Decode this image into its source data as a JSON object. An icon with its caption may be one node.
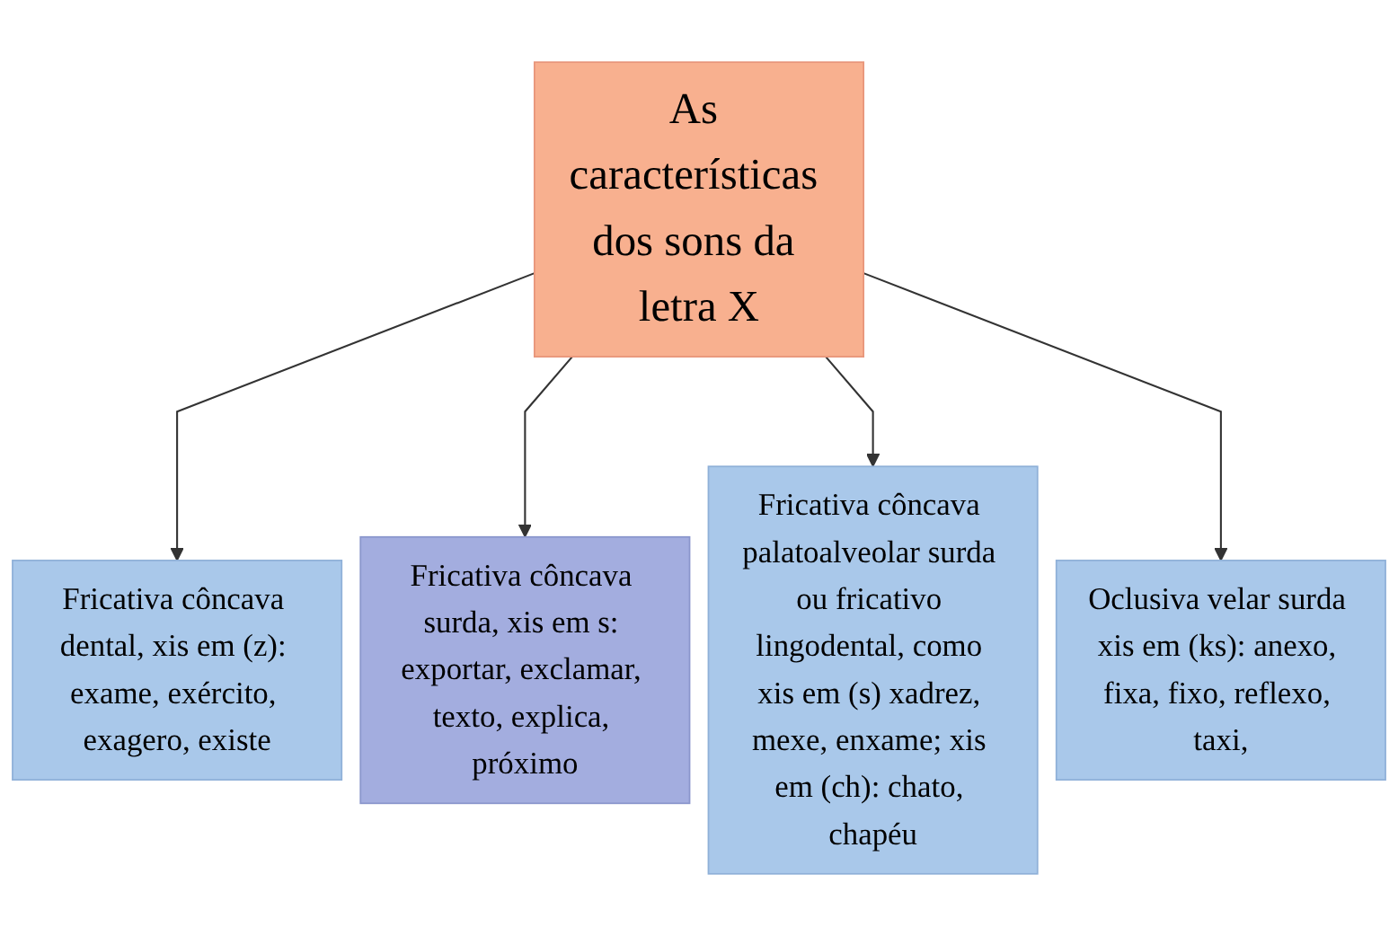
{
  "diagram": {
    "nodes": [
      {
        "text": [
          "As características dos sons da letra X"
        ]
      },
      {
        "text": [
          "Fricativa côncava dental, xis em (z): exame, exército, exagero, existe"
        ]
      },
      {
        "text": [
          "Fricativa côncava surda, xis em s: exportar, exclamar, texto, explica, próximo"
        ]
      },
      {
        "text": [
          "Fricativa côncava palatoalveolar surda ou fricativo lingodental, como xis em (s) xadrez, mexe, enxame; xis em (ch): chato, chapéu"
        ]
      },
      {
        "text": [
          "Oclusiva velar surda xis em (ks): anexo, fixa, fixo, reflexo, taxi,"
        ]
      }
    ],
    "edges": [
      {
        "from": 0,
        "to": 1,
        "arrow": "to"
      },
      {
        "from": 0,
        "to": 2,
        "arrow": "to"
      },
      {
        "from": 0,
        "to": 3,
        "arrow": "to"
      },
      {
        "from": 0,
        "to": 4,
        "arrow": "to"
      }
    ]
  }
}
